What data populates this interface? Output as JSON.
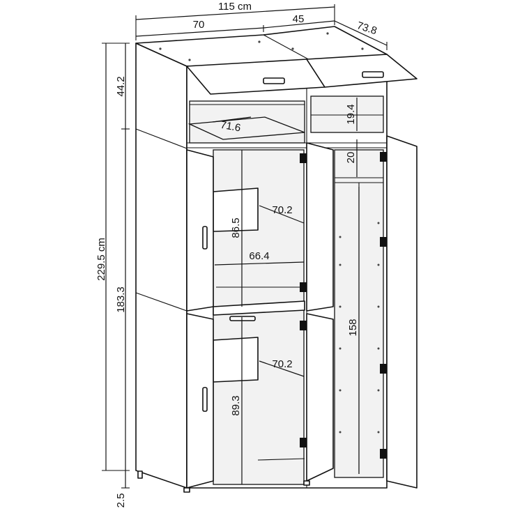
{
  "dimensions": {
    "total_width": "115 cm",
    "left_section_width": "70",
    "right_section_width": "45",
    "depth": "73.8",
    "top_height": "44.2",
    "total_height": "229.5 cm",
    "lower_height": "183.3",
    "foot_height": "2.5",
    "left_top_shelf_depth": "71.6",
    "right_top_compartment_height": "19.4",
    "right_shelf_gap": "20",
    "left_upper_inner_depth": "70.2",
    "left_upper_compartment_height": "86.5",
    "left_inner_width": "66.4",
    "left_lower_inner_depth": "70.2",
    "left_lower_compartment_height": "89.3",
    "right_hanging_height": "158"
  },
  "colors": {
    "line": "#111111",
    "panel": "#ffffff",
    "inner_shade": "#f2f2f2"
  }
}
